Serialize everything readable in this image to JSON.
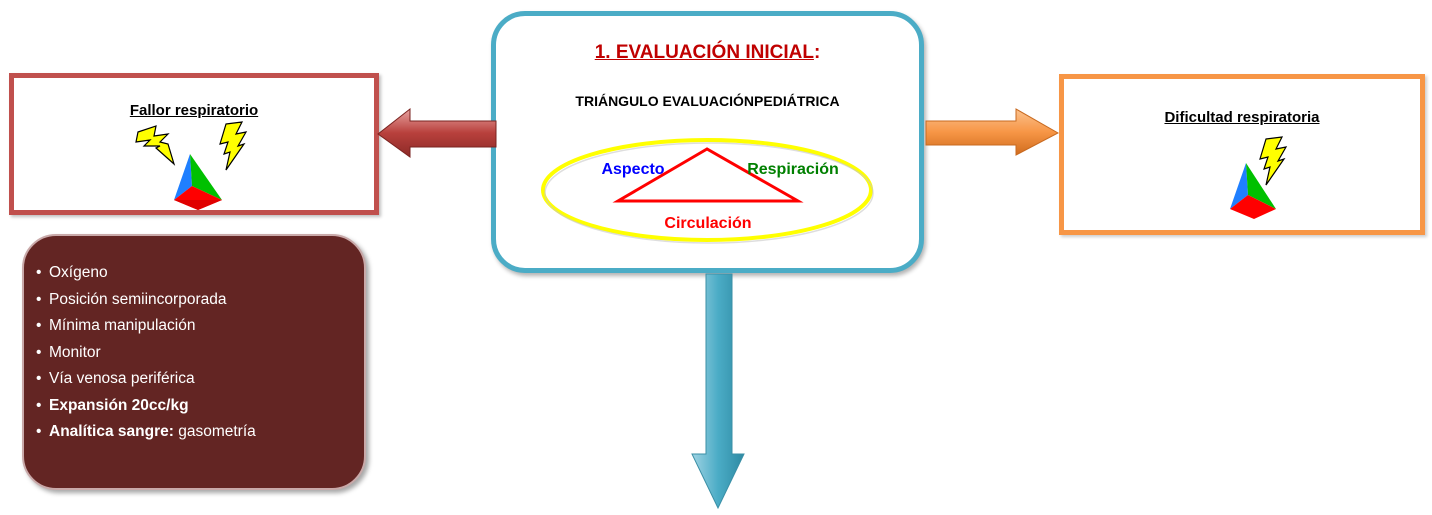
{
  "left_box": {
    "title": "Fallor respiratorio"
  },
  "right_box": {
    "title": "Dificultad respiratoria"
  },
  "center_box": {
    "heading_number": "1. EVALUACIÓN INICIAL",
    "heading_colon": ":",
    "subtitle": "TRIÁNGULO EVALUACIÓNPEDIÁTRICA",
    "triangle_labels": {
      "aspecto": "Aspecto",
      "respiracion": "Respiración",
      "circulacion": "Circulación"
    }
  },
  "actions": {
    "items": [
      {
        "bold": "",
        "text": "Oxígeno"
      },
      {
        "bold": "",
        "text": "Posición semiincorporada"
      },
      {
        "bold": "",
        "text": "Mínima manipulación"
      },
      {
        "bold": "",
        "text": "Monitor"
      },
      {
        "bold": "",
        "text": "Vía venosa periférica"
      },
      {
        "bold": "Expansión 20cc/kg",
        "text": ""
      },
      {
        "bold": "Analítica sangre:",
        "text": " gasometría"
      }
    ]
  },
  "colors": {
    "red_box": "#c0504d",
    "orange_box": "#f79646",
    "blue_box": "#4bacc6",
    "heading_red": "#c00000",
    "maroon_panel": "#632523",
    "aspecto_blue": "#0000ff",
    "respiracion_green": "#008000",
    "circulacion_red": "#ff0000",
    "ellipse_yellow": "#ffff00"
  }
}
